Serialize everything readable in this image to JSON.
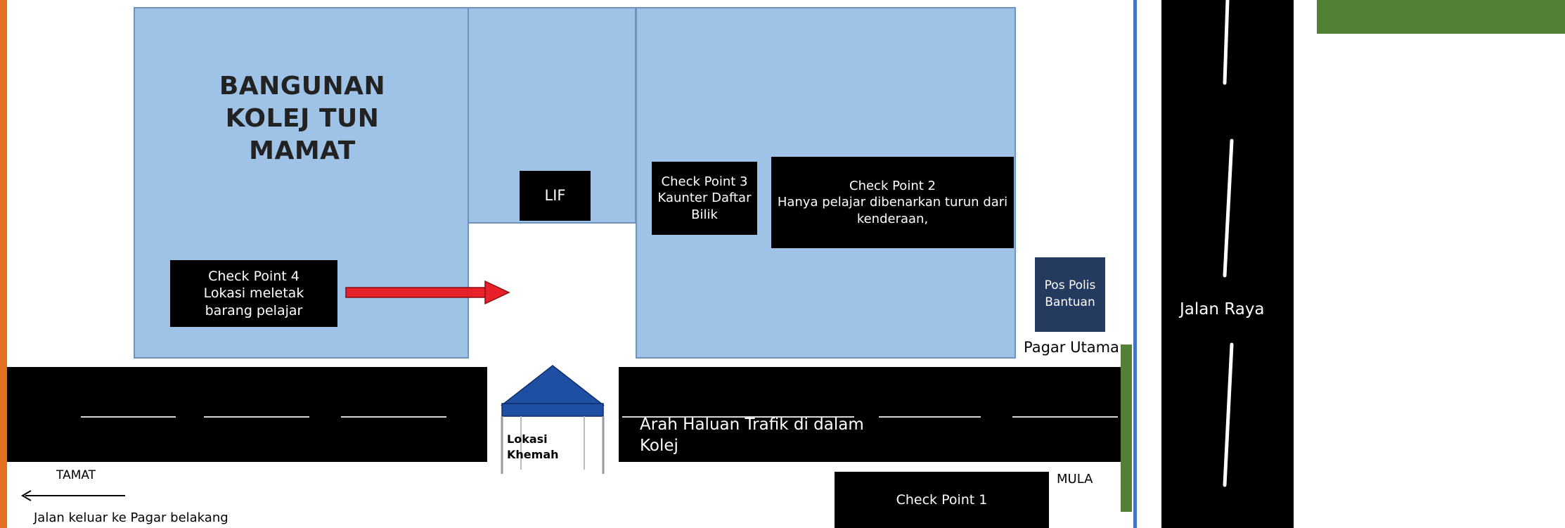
{
  "building": {
    "title": [
      "BANGUNAN",
      "KOLEJ TUN",
      "MAMAT"
    ],
    "lift_label": "LIF"
  },
  "checkpoints": {
    "cp4": [
      "Check Point 4",
      "Lokasi meletak",
      "barang pelajar"
    ],
    "cp3": [
      "Check Point 3",
      "Kaunter Daftar",
      "Bilik"
    ],
    "cp2": [
      "Check Point 2",
      "Hanya pelajar dibenarkan turun dari",
      "kenderaan,"
    ],
    "cp1": "Check Point 1"
  },
  "police_post": [
    "Pos Polis",
    "Bantuan"
  ],
  "labels": {
    "main_gate": "Pagar Utama",
    "main_road": "Jalan Raya",
    "tent_location": [
      "Lokasi",
      "Khemah"
    ],
    "traffic_direction": [
      "Arah Haluan Trafik di dalam",
      "Kolej"
    ],
    "end": "TAMAT",
    "start": "MULA",
    "exit": "Jalan keluar ke Pagar belakang"
  },
  "colors": {
    "building_fill": "#9fc3e6",
    "arrow": "#e8202a",
    "tent": "#1f4fa3",
    "police_post": "#243a5e",
    "gate": "#538135",
    "left_edge": "#e2701f"
  }
}
